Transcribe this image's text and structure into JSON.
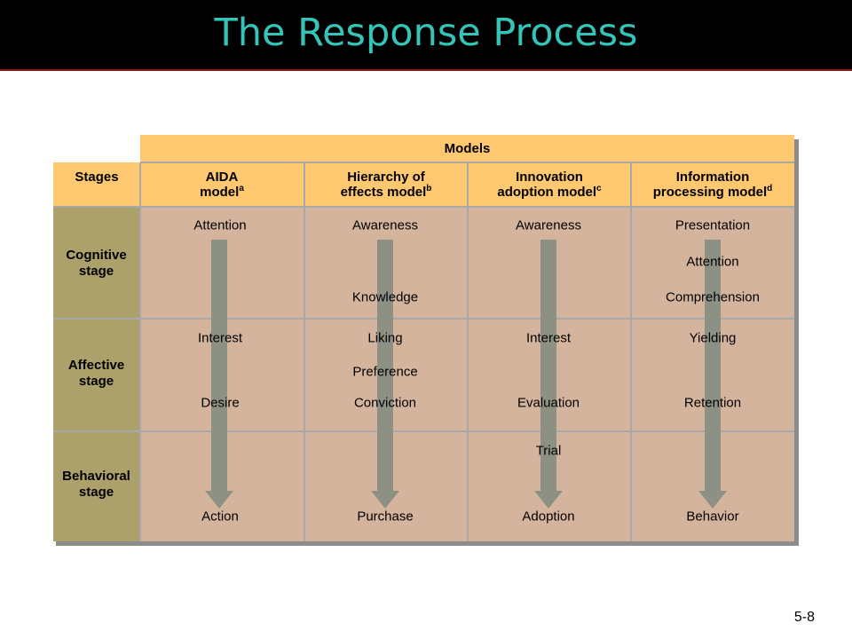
{
  "slide": {
    "title": "The Response Process",
    "number": "5-8"
  },
  "table": {
    "models_header": "Models",
    "stages_header": "Stages",
    "models": [
      {
        "line1": "AIDA",
        "line2": "model",
        "sup": "a"
      },
      {
        "line1": "Hierarchy of",
        "line2": "effects model",
        "sup": "b"
      },
      {
        "line1": "Innovation",
        "line2": "adoption model",
        "sup": "c"
      },
      {
        "line1": "Information",
        "line2": "processing model",
        "sup": "d"
      }
    ],
    "stages": [
      {
        "line1": "Cognitive",
        "line2": "stage"
      },
      {
        "line1": "Affective",
        "line2": "stage"
      },
      {
        "line1": "Behavioral",
        "line2": "stage"
      }
    ],
    "steps": [
      [
        "Attention",
        "Interest",
        "Desire",
        "Action"
      ],
      [
        "Awareness",
        "Knowledge",
        "Liking",
        "Preference",
        "Conviction",
        "Purchase"
      ],
      [
        "Awareness",
        "Interest",
        "Evaluation",
        "Trial",
        "Adoption"
      ],
      [
        "Presentation",
        "Attention",
        "Comprehension",
        "Yielding",
        "Retention",
        "Behavior"
      ]
    ]
  },
  "colors": {
    "header": "#fdc86f",
    "stage_column": "#aca16a",
    "body": "#d5b49d",
    "arrow": "#8c9184",
    "title": "#35c4b8"
  }
}
